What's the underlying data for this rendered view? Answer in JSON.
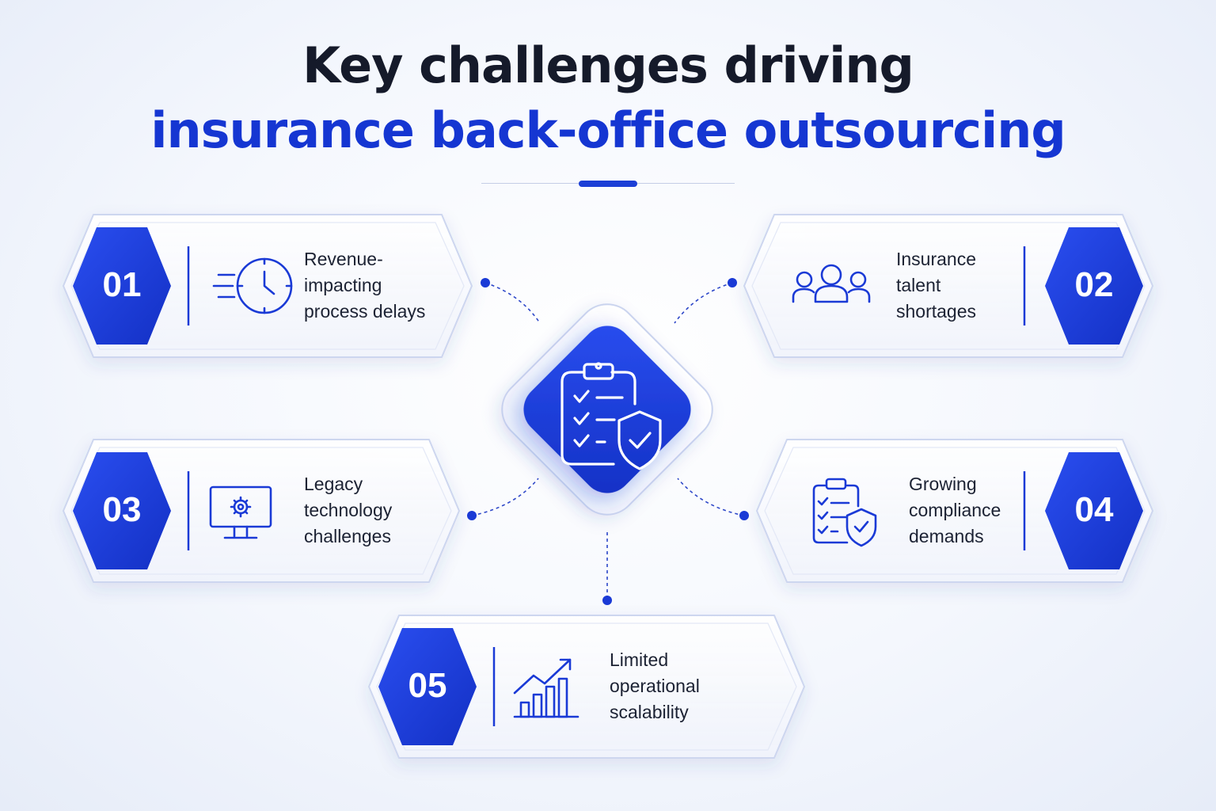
{
  "title": {
    "line1": "Key challenges driving",
    "line2": "insurance back-office outsourcing"
  },
  "center": {
    "icon": "clipboard-shield-icon"
  },
  "accent_color": "#1a3ad6",
  "cards": [
    {
      "number": "01",
      "icon": "clock-icon",
      "lines": [
        "Revenue-",
        "impacting",
        "process delays"
      ]
    },
    {
      "number": "02",
      "icon": "people-icon",
      "lines": [
        "Insurance",
        "talent",
        "shortages"
      ]
    },
    {
      "number": "03",
      "icon": "monitor-gear-icon",
      "lines": [
        "Legacy",
        "technology",
        "challenges"
      ]
    },
    {
      "number": "04",
      "icon": "clipboard-shield-icon",
      "lines": [
        "Growing",
        "compliance",
        "demands"
      ]
    },
    {
      "number": "05",
      "icon": "growth-chart-icon",
      "lines": [
        "Limited",
        "operational",
        "scalability"
      ]
    }
  ]
}
